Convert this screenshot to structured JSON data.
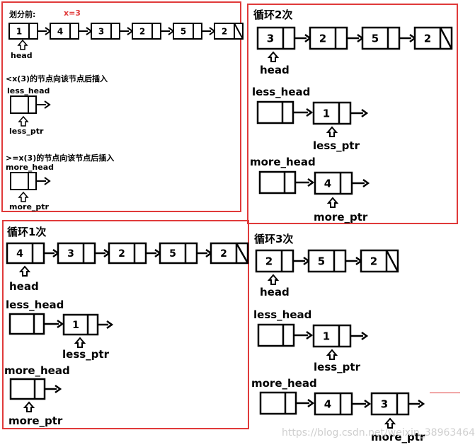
{
  "colors": {
    "frame": "#e03a3a",
    "stroke": "#000000",
    "watermark": "#cfcfcf"
  },
  "panel_a": {
    "title": "划分前:",
    "x_label": "x=3",
    "list": [
      "1",
      "4",
      "3",
      "2",
      "5",
      "2"
    ],
    "head": "head",
    "less_text": "<x(3)的节点向该节点后插入",
    "less_head": "less_head",
    "less_ptr": "less_ptr",
    "more_text": ">=x(3)的节点向该节点后插入",
    "more_head": "more_head",
    "more_ptr": "more_ptr"
  },
  "panel_b": {
    "title": "循环1次",
    "list": [
      "4",
      "3",
      "2",
      "5",
      "2"
    ],
    "head": "head",
    "less_head": "less_head",
    "less_node": "1",
    "less_ptr": "less_ptr",
    "more_head": "more_head",
    "more_ptr": "more_ptr"
  },
  "panel_c": {
    "title": "循环2次",
    "list": [
      "3",
      "2",
      "5",
      "2"
    ],
    "head": "head",
    "less_head": "less_head",
    "less_node": "1",
    "less_ptr": "less_ptr",
    "more_head": "more_head",
    "more_node": "4",
    "more_ptr": "more_ptr"
  },
  "panel_d": {
    "title": "循环3次",
    "list": [
      "2",
      "5",
      "2"
    ],
    "head": "head",
    "less_head": "less_head",
    "less_node": "1",
    "less_ptr": "less_ptr",
    "more_head": "more_head",
    "more_nodes": [
      "4",
      "3"
    ],
    "more_ptr": "more_ptr"
  },
  "watermark": "https://blog.csdn.net/weixin_38963464"
}
